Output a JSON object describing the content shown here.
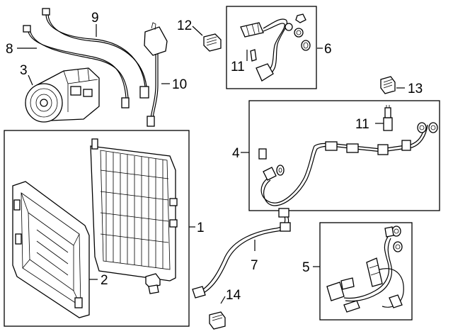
{
  "diagram": {
    "callouts": [
      {
        "id": "1",
        "label": "1"
      },
      {
        "id": "2",
        "label": "2"
      },
      {
        "id": "3",
        "label": "3"
      },
      {
        "id": "4",
        "label": "4"
      },
      {
        "id": "5",
        "label": "5"
      },
      {
        "id": "6",
        "label": "6"
      },
      {
        "id": "7",
        "label": "7"
      },
      {
        "id": "8",
        "label": "8"
      },
      {
        "id": "9",
        "label": "9"
      },
      {
        "id": "10",
        "label": "10"
      },
      {
        "id": "11a",
        "label": "11"
      },
      {
        "id": "11b",
        "label": "11"
      },
      {
        "id": "12",
        "label": "12"
      },
      {
        "id": "13",
        "label": "13"
      },
      {
        "id": "14",
        "label": "14"
      }
    ]
  }
}
